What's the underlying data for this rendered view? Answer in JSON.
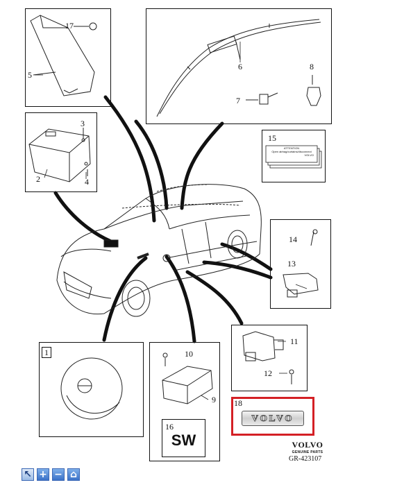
{
  "callouts": {
    "p1": "1",
    "p2": "2",
    "p3": "3",
    "p4": "4",
    "p5": "5",
    "p6": "6",
    "p7": "7",
    "p8": "8",
    "p9": "9",
    "p10": "10",
    "p11": "11",
    "p12": "12",
    "p13": "13",
    "p14": "14",
    "p15": "15",
    "p16": "16",
    "p17": "17",
    "p18": "18"
  },
  "sticker": {
    "line1": "ATTENTION",
    "line2": "Open airbag/curtains/disconnect",
    "line3": "VOLVO"
  },
  "sw_label": "SW",
  "badge_text": "VOLVO",
  "brand": {
    "name": "VOLVO",
    "sub": "GENUINE PARTS"
  },
  "reference": "GR-423107",
  "toolbar": [
    {
      "name": "pointer-tool-button",
      "glyph": "↖",
      "active": true
    },
    {
      "name": "zoom-in-button",
      "glyph": "+"
    },
    {
      "name": "zoom-out-button",
      "glyph": "−"
    },
    {
      "name": "home-button",
      "glyph": "⌂"
    }
  ],
  "colors": {
    "highlight": "#d42025",
    "toolbar": "#3b72c8"
  }
}
